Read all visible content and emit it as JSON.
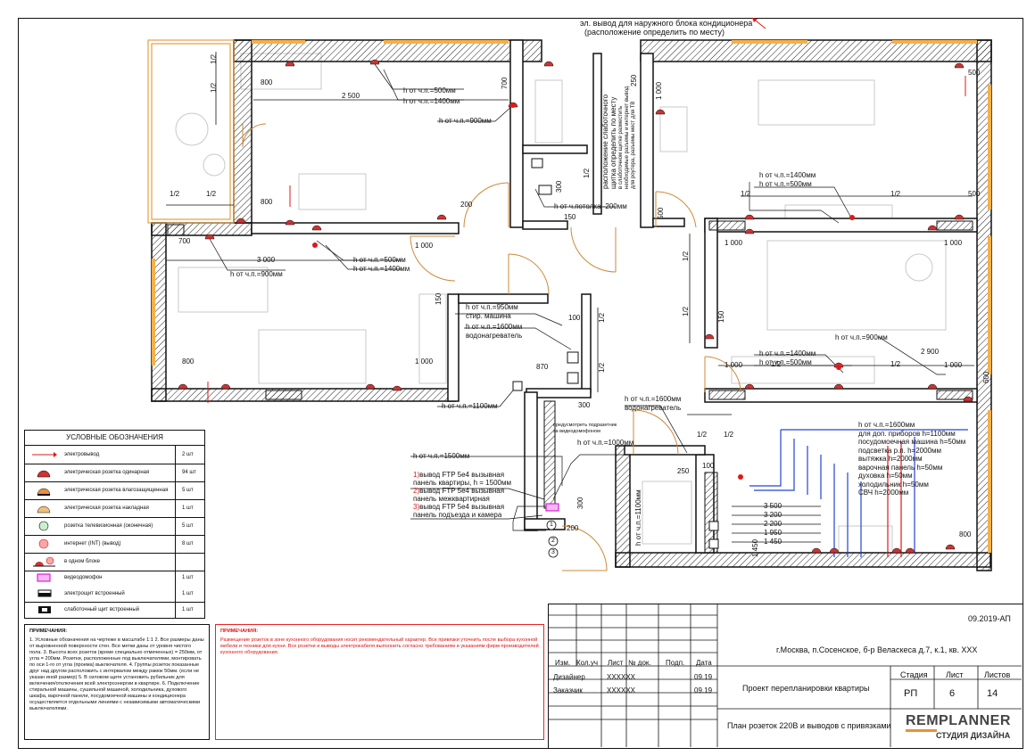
{
  "header": {
    "ac_note_line1": "эл. вывод для наружного блока кондиционера",
    "ac_note_line2": "(расположение определить по месту)"
  },
  "dims": {
    "d_2500": "2 500",
    "d_800a": "800",
    "d_800b": "800",
    "d_800c": "800",
    "d_800d": "800",
    "d_700a": "700",
    "d_700b": "700",
    "d_3000": "3 000",
    "d_1000a": "1 000",
    "d_1000b": "1 000",
    "d_1000c": "1 000",
    "d_1000d": "1 000",
    "d_1000e": "1 000",
    "d_1000f": "1 000",
    "d_1000g": "1 000",
    "d_200a": "200",
    "d_200b": "200",
    "d_150a": "150",
    "d_150b": "150",
    "d_150c": "150",
    "d_500a": "500",
    "d_500b": "500",
    "d_500c": "500",
    "d_250a": "250",
    "d_250b": "250",
    "d_100a": "100",
    "d_100b": "100",
    "d_870": "870",
    "d_300a": "300",
    "d_300b": "300",
    "d_300c": "300",
    "d_2900": "2 900",
    "d_600": "600",
    "d_1450": "1 450",
    "d_half": "1/2",
    "stack": [
      "3 500",
      "3 200",
      "2 200",
      "1 950",
      "1 450"
    ]
  },
  "labels": {
    "h500_1": "h от ч.п.=500мм",
    "h1400_1": "h от ч.п.=1400мм",
    "h900_1": "h от ч.п.=900мм",
    "h500_2": "h от ч.п.=500мм",
    "h1400_2": "h от ч.п.=1400мм",
    "h900_2": "h от ч.п.=900мм",
    "ceil200": "h от ч.потолка -200мм",
    "h950": "h от ч.п.=950мм",
    "washer": "стир. машина",
    "h1600_1": "h от ч.п.=1600мм",
    "boiler_1": "водонагреватель",
    "h1100_1": "h от ч.п.=1100мм",
    "h1400_3": "h от ч.п.=1400мм",
    "h500_3": "h от ч.п.=500мм",
    "h1400_4": "h от ч.п.=1400мм",
    "h500_4": "h от ч.п.=500мм",
    "h900_3": "h от ч.п.=900мм",
    "h1600_2": "h от ч.п.=1600мм",
    "boiler_2": "водонагреватель",
    "h1500": "h от ч.п.=1500мм",
    "h1000": "h от ч.п.=1000мм",
    "intercom_note_1": "предусмотреть подразетник",
    "intercom_note_2": "за видеодомофоном",
    "h1100_v": "h от ч.п.=1100мм",
    "weak_panel_1": "расположение слаботочного",
    "weak_panel_2": "щитка определить по месту",
    "weak_panel_3": "в слаботочном щитке разместить",
    "weak_panel_4": "необходимые разъемы и интернет вывод",
    "weak_panel_5": "для роутера, разъемы мест для ТВ",
    "ftp1a": "вывод FTP 5e4 вызывная",
    "ftp1b": "панель квартиры, h = 1500мм",
    "ftp2a": "вывод FTP 5e4 вызывная",
    "ftp2b": "панель межквартирная",
    "ftp3a": "вывод FTP 5e4 вызывная",
    "ftp3b": "панель подъезда и камера",
    "n1": "1)",
    "n2": "2)",
    "n3": "3)",
    "c1": "1",
    "c2": "2",
    "c3": "3"
  },
  "kitchen": [
    "h от ч.п.=1600мм",
    "для доп. приборов h=1100мм",
    "посудомоечная машина h=50мм",
    "подсветка р.п. h=2000мм",
    "вытяжка h=2000мм",
    "варочная панель h=50мм",
    "духовка h=50мм",
    "холодильник h=50мм",
    "СВЧ h=2000мм"
  ],
  "legend": {
    "title": "УСЛОВНЫЕ ОБОЗНАЧЕНИЯ",
    "rows": [
      {
        "label": "электровывод",
        "count": "2 шт"
      },
      {
        "label": "электрическая розетка одинарная",
        "count": "94 шт"
      },
      {
        "label": "электрическая розетка влагозащищенная",
        "count": "5 шт"
      },
      {
        "label": "электрическая розетка накладная",
        "count": "1 шт"
      },
      {
        "label": "розетка телевизионная (оконечная)",
        "count": "5 шт"
      },
      {
        "label": "интернет (INT) (вывод)",
        "count": "8 шт"
      },
      {
        "label": "в одном блоке",
        "count": ""
      },
      {
        "label": "видеодомофон",
        "count": "1 шт"
      },
      {
        "label": "электрощит встроенный",
        "count": "1 шт"
      },
      {
        "label": "слаботочный щит встроенный",
        "count": "1 шт"
      }
    ]
  },
  "notes": {
    "title": "ПРИМЕЧАНИЯ:",
    "text": "1. Условные обозначения на чертеже в масштабе 1:1 2. Все размеры даны от выровненной поверхности стен. Все метки даны от уровня чистого пола. 3. Высота всех розеток (кроме специально отмеченных) = 250мм, от угла = 200мм. Розетки, расположенные под выключателями, монтировать по оси 1-го от угла (проема) выключателя. 4. Группы розеток показанные друг над другом расположить с интервалом между рамок 50мм. (если не указан иной размер) 5. В силовом щите установить рубильник для включения/отключения всей электроэнергии в квартире. 6. Подключение стиральной машины, сушильной машиной, холодильника, духового шкафа, варочной панели, посудомоечной машины и кондиционера осуществляется отдельными линиями с независимыми автоматическими выключателями."
  },
  "red_notes": {
    "title": "ПРИМЕЧАНИЯ:",
    "text": "Размещение розеток в зоне кухонного оборудования носит рекомендательный характер. Все привязки уточнить после выбора кухонной мебели и техники для кухни. Все розетки и выводы электрокабеля выполнить согласно требованиям и указаниям фирм-производителей кухонного оборудования."
  },
  "title_block": {
    "code": "09.2019-АП",
    "address": "г.Москва, п.Сосенское, б-р Веласкеса д.7, к.1, кв. ХХХ",
    "cols": [
      "Изм.",
      "Кол.уч",
      "Лист",
      "№ док.",
      "Подп.",
      "Дата"
    ],
    "designer_role": "Дизайнер",
    "designer_name": "ХХХХХХ",
    "designer_date": "09.19",
    "client_role": "Заказчик",
    "client_name": "ХХХХХХ",
    "client_date": "09.19",
    "project": "Проект перепланировки квартиры",
    "sheet_title": "План розеток 220В и выводов с привязками",
    "stage_h": "Стадия",
    "sheet_h": "Лист",
    "sheets_h": "Листов",
    "stage": "РП",
    "sheet": "6",
    "sheets": "14",
    "logo_top": "REMPLANNER",
    "logo_bottom": "СТУДИЯ ДИЗАЙНА"
  },
  "colors": {
    "accent": "#e01818",
    "wiring": "#2343d6",
    "door": "#cc8a3a",
    "window": "#f4b14a"
  }
}
